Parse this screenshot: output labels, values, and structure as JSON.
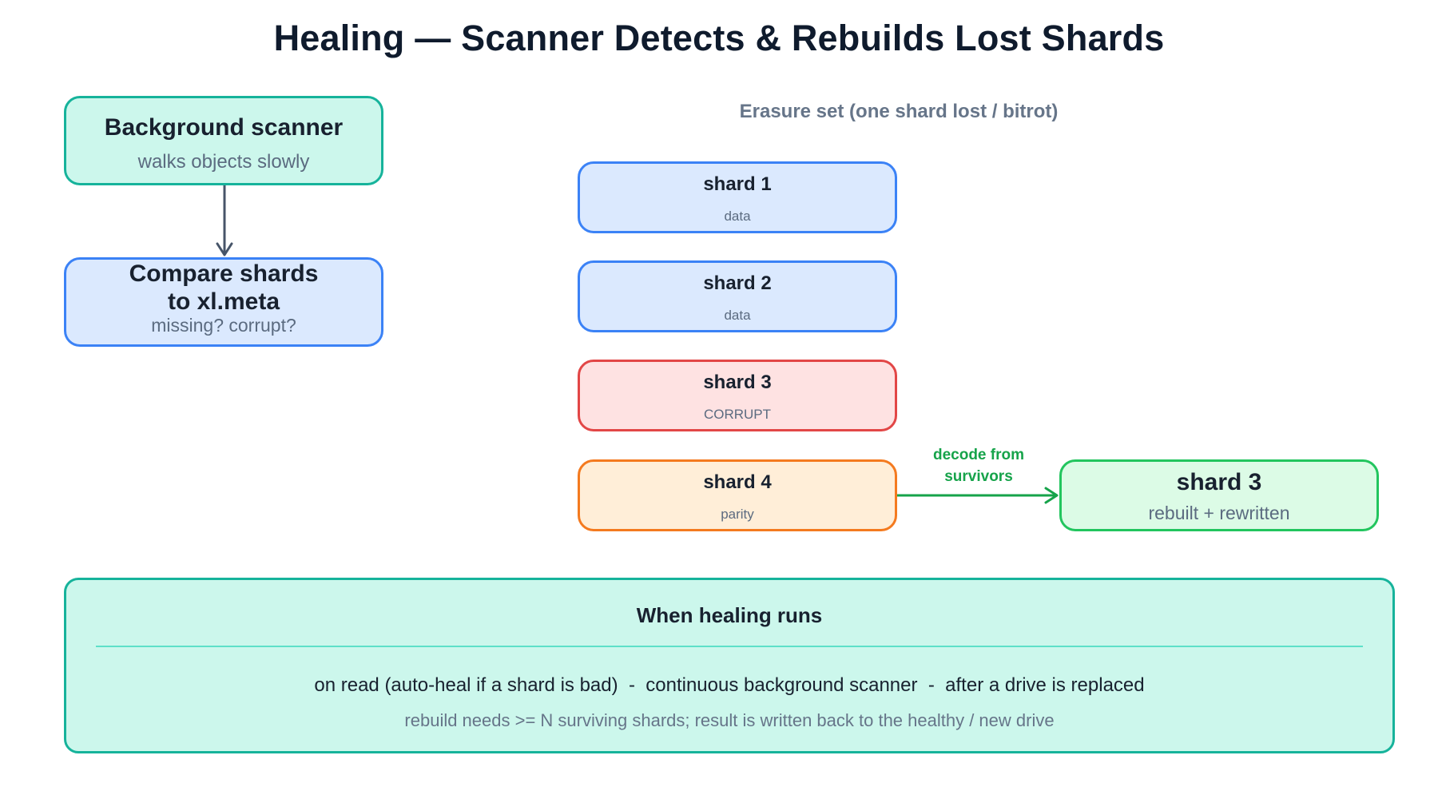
{
  "title": "Healing — Scanner Detects & Rebuilds Lost Shards",
  "flow": {
    "scanner": {
      "title": "Background scanner",
      "subtitle": "walks objects slowly"
    },
    "compare": {
      "title_line1": "Compare shards",
      "title_line2": "to xl.meta",
      "subtitle": "missing? corrupt?"
    }
  },
  "erasure_set": {
    "title": "Erasure set (one shard lost / bitrot)",
    "shards": [
      {
        "name": "shard 1",
        "kind": "data"
      },
      {
        "name": "shard 2",
        "kind": "data"
      },
      {
        "name": "shard 3",
        "kind": "CORRUPT"
      },
      {
        "name": "shard 4",
        "kind": "parity"
      }
    ],
    "decode_label_line1": "decode from",
    "decode_label_line2": "survivors",
    "rebuilt": {
      "name": "shard 3",
      "status": "rebuilt + rewritten"
    }
  },
  "panel": {
    "title": "When healing runs",
    "main": "on read (auto-heal if a shard is bad)  -  continuous background scanner  -  after a drive is replaced",
    "note": "rebuild needs >= N surviving shards; result is written back to the healthy / new drive"
  },
  "colors": {
    "teal": "#16b39b",
    "blue": "#3b82f6",
    "red": "#e24646",
    "orange": "#f47a1f",
    "green": "#22c55e",
    "arrow_dark": "#475569",
    "arrow_green": "#16a34a"
  }
}
